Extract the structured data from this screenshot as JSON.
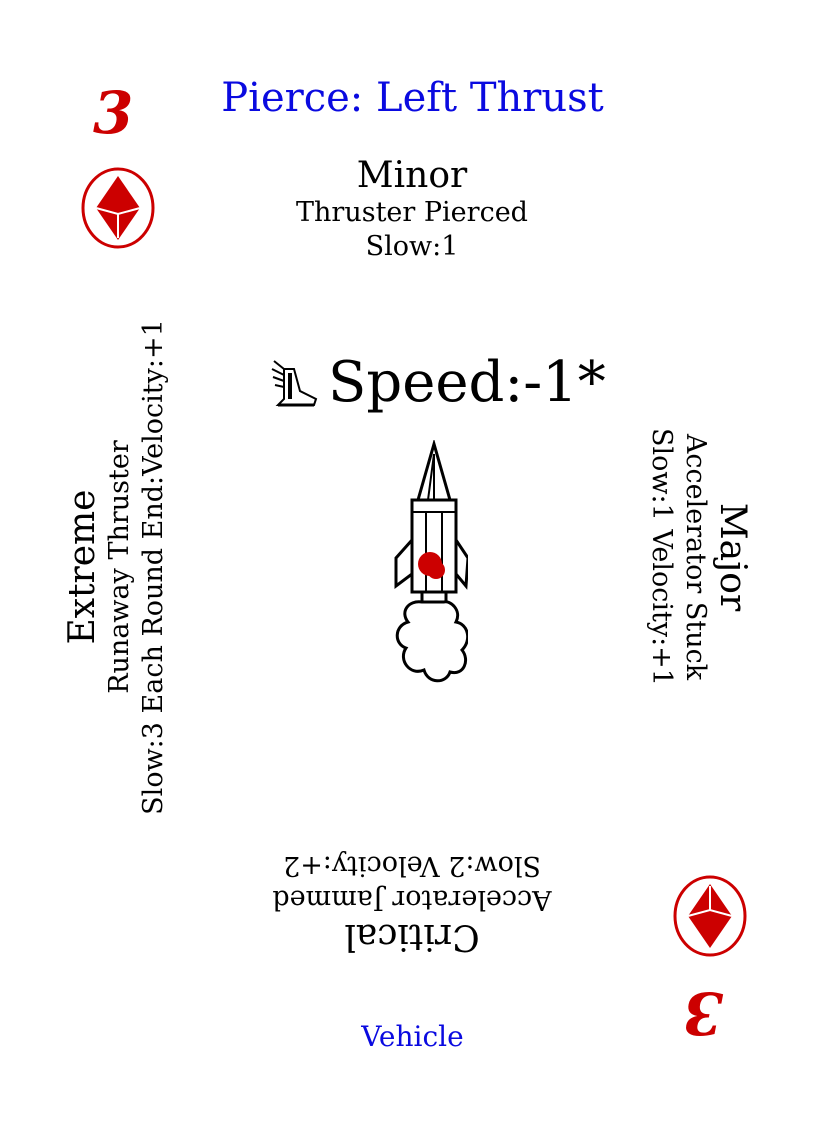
{
  "card": {
    "rank": "3",
    "suit": "diamond-icon",
    "title": "Pierce: Left Thrust",
    "speed": "Speed:-1*",
    "footer": "Vehicle"
  },
  "effects": {
    "minor": {
      "severity": "Minor",
      "name": "Thruster Pierced",
      "stats": "Slow:1"
    },
    "major": {
      "severity": "Major",
      "name": "Accelerator Stuck",
      "stats": "Slow:1 Velocity:+1"
    },
    "critical": {
      "severity": "Critical",
      "name": "Accelerator Jammed",
      "stats": "Slow:2 Velocity:+2"
    },
    "extreme": {
      "severity": "Extreme",
      "name": "Runaway Thruster",
      "stats": "Slow:3 Each Round End:Velocity:+1"
    }
  },
  "colors": {
    "accent": "#0a0ae0",
    "suit": "#cc0000",
    "ink": "#000000"
  }
}
